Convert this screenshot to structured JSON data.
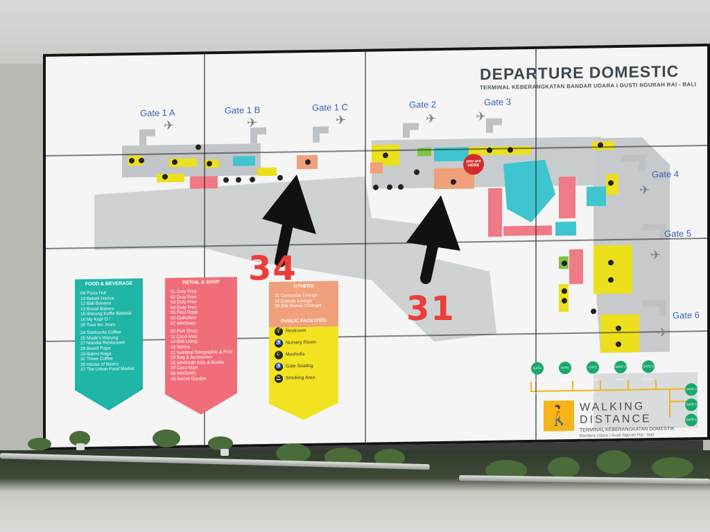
{
  "board": {
    "title": "DEPARTURE DOMESTIC",
    "subtitle": "TERMINAL KEBERANGKATAN  BANDAR UDARA I GUSTI NGURAH RAI - BALI"
  },
  "gates": {
    "g1a": "Gate 1 A",
    "g1b": "Gate 1 B",
    "g1c": "Gate 1 C",
    "g2": "Gate 2",
    "g3": "Gate 3",
    "g4": "Gate 4",
    "g5": "Gate 5",
    "g6": "Gate 6"
  },
  "you_are_here": {
    "line1": "you are",
    "line2": "HERE"
  },
  "food": {
    "title": "FOOD & BEVERAGE",
    "items": [
      "09   Pizza Hut",
      "10   Bebek Harisa",
      "12   Bali Banana",
      "13   Bread Bakers",
      "15   Warung Koffie Batavia",
      "16   My Kopi O !",
      "20   Tous les Jours",
      "24   Starbucks Coffee",
      "25   Made's Warung",
      "27   Mandai Restaurant",
      "28   Beard Papa",
      "29   Bakmi Naga",
      "32   Three Coffee",
      "35   House of Beans",
      "37   The Urban Food Market"
    ]
  },
  "retail": {
    "title": "RETAIL & SHOP",
    "items": [
      "01   Duty Free",
      "02   Duty Free",
      "03   Duty Free",
      "04   Duty Free",
      "05   Paul Ropp",
      "06   Quiksilver",
      "07   WHSmith",
      "08   Port Shop",
      "11   Coco Mart",
      "14   Bali Living",
      "19   Serina",
      "21   National Geographic & Polo",
      "23   Bag & Accesories",
      "26   WHSmith Kids & Books",
      "30   Coco Mart",
      "36   WHSmith",
      "38   Secret Garden"
    ]
  },
  "others": {
    "title": "OTHERS",
    "items": [
      "31   Concordia Lounge",
      "34   Garuda Lounge",
      "38   BNI Money Changer"
    ]
  },
  "facilities": {
    "title": "PUBLIC FACILITIES",
    "items": [
      "Restroom",
      "Nursery Room",
      "Musholla",
      "Gate Seating",
      "Smoking Area"
    ]
  },
  "walking": {
    "title": "WALKING",
    "title2": "DISTANCE",
    "subtitle": "TERMINAL KEBERANGKATAN DOMESTIK",
    "caption": "Bandara Udara I Gusti Ngurah Rai - Bali",
    "times": [
      "GATE 1A 6-7 min.",
      "GATE 1B 5-6 min.",
      "GATE 1C 3-4 min.",
      "GATE 2 3 min.",
      "GATE 3 2-3 min.",
      "GATE 4 2-3 min.",
      "GATE 5 2 min.",
      "GATE 6 2-3 min."
    ]
  },
  "annotations": {
    "left": "34",
    "right": "31"
  },
  "colors": {
    "food": "#1fb5a7",
    "retail": "#f06e7a",
    "others": "#f0a07a",
    "facilities": "#f3e21f",
    "gate_text": "#3b63b8",
    "annotation": "#ec3d3a"
  }
}
